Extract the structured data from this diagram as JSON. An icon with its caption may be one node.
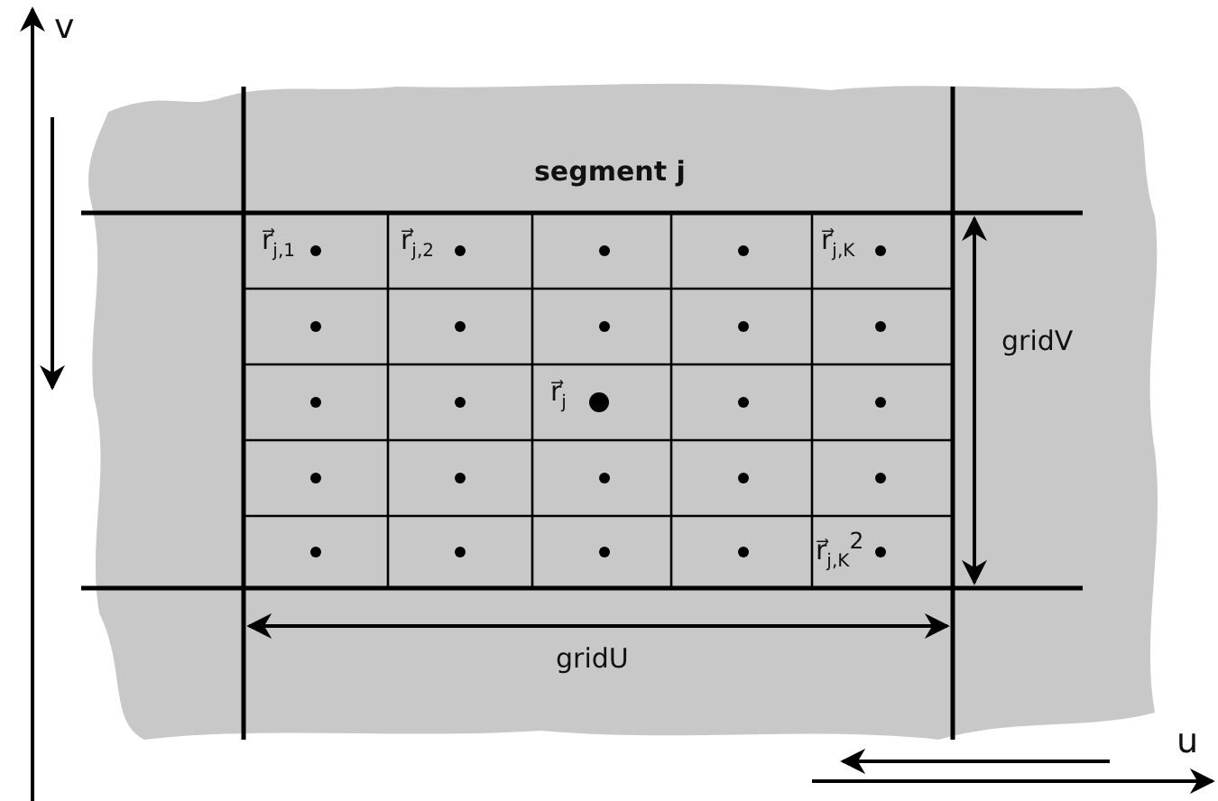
{
  "diagram": {
    "labels": [
      "v",
      "segment j",
      "r⃗$_{j,1}$",
      "r⃗$_{j,2}$",
      "r⃗$_{j,K}$",
      "r⃗$_{j}$",
      "gridV",
      "r⃗$_{j,K}$$^{2}$",
      "gridU",
      "u"
    ]
  }
}
